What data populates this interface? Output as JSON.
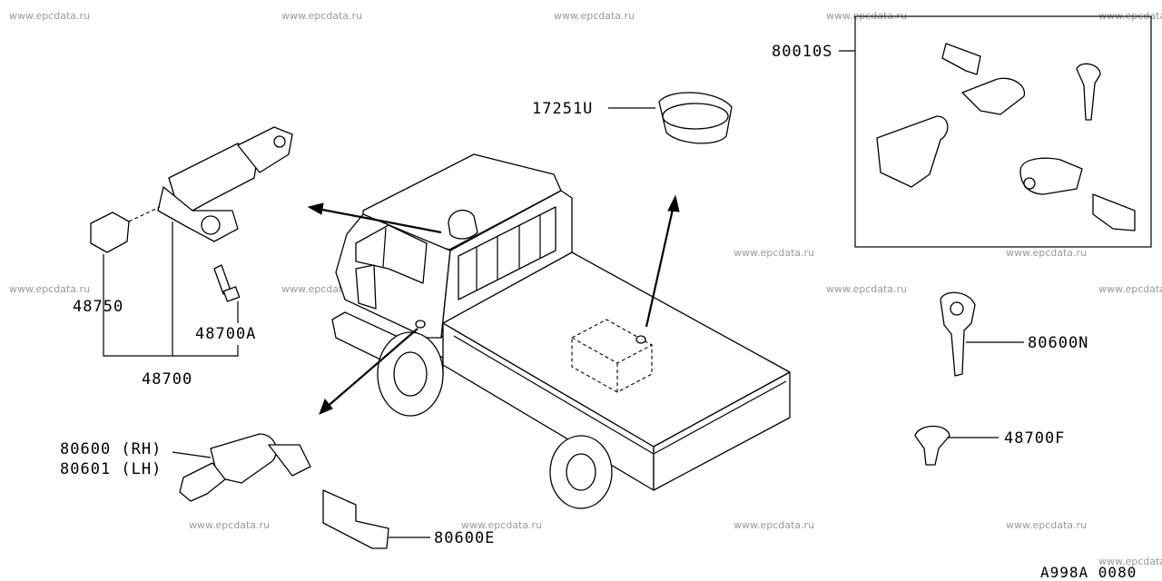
{
  "watermark": "www.epcdata.ru",
  "reference_code": "A998A 0080",
  "labels": {
    "p48750": "48750",
    "p48700": "48700",
    "p48700A": "48700A",
    "p17251U": "17251U",
    "p80010S": "80010S",
    "p80600N": "80600N",
    "p48700F": "48700F",
    "p80600RH": "80600 (RH)",
    "p80601LH": "80601 (LH)",
    "p80600E": "80600E"
  }
}
